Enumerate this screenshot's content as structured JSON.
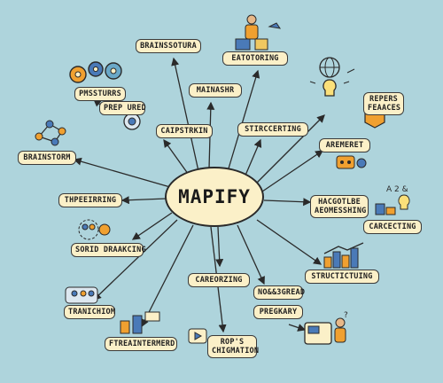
{
  "center": "MAPIFY",
  "nodes": {
    "brainssotura": "BRAINSSOTURA",
    "eatotoring": "EATOTORING",
    "mainashr": "MAINASHR",
    "pmssturrs": "PMSSTURRS",
    "prep_ured": "PREP URED",
    "caipstrkin": "CAIPSTRKIN",
    "stircerting": "STIRCCERTING",
    "repers_line1": "REPERS",
    "repers_line2": "FEAACES",
    "brainstorm": "BRAINSTORM",
    "aremeret": "AREMERET",
    "theperring": "THPEEIRRING",
    "hacgotlbe_line1": "HACGOTLBE",
    "hacgotlbe_line2": "AEOMESSHING",
    "carcecting": "CARCECTING",
    "sorid_draakcing": "SORID DRAAKCING",
    "structutuing": "STRUCTICTUING",
    "careorzing": "CAREORZING",
    "nogistoread": "NO&&3GREAD",
    "preggary": "PREGKARY",
    "tranichiom": "TRANICHIOM",
    "ftreaintermerd": "FTREAINTERMERD",
    "rops_line1": "ROP'S",
    "rops_line2": "CHIGMATION"
  },
  "colors": {
    "background": "#aed4dc",
    "label_fill": "#fbf0c8",
    "outline": "#2a2a2a",
    "accent_orange": "#f0a030",
    "accent_blue": "#4a7ab8"
  }
}
